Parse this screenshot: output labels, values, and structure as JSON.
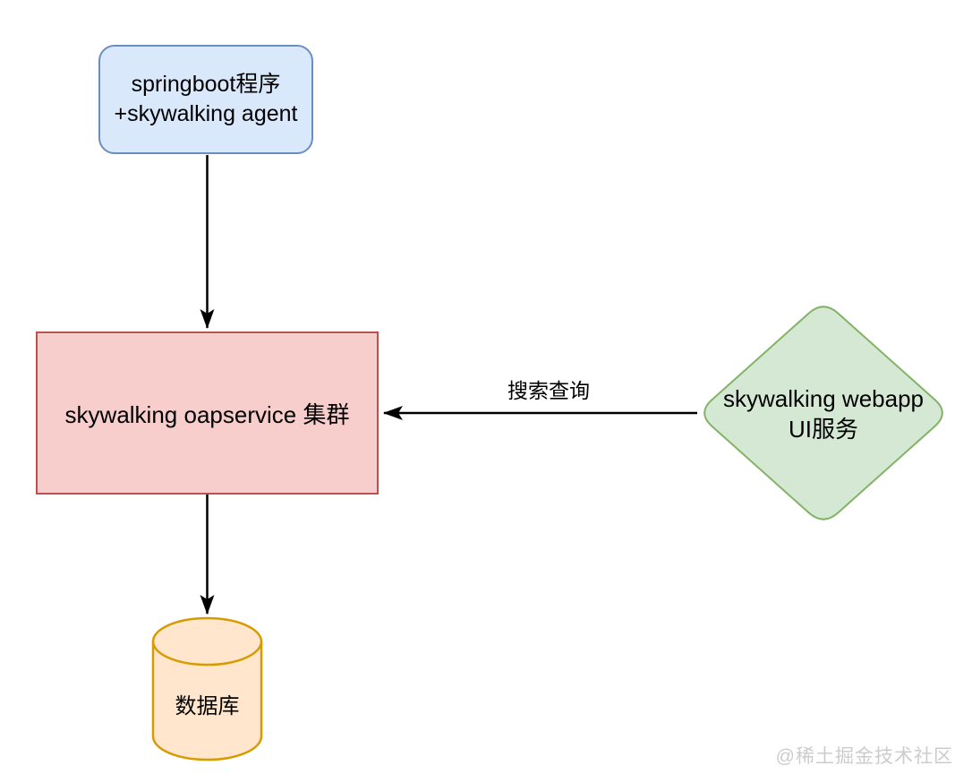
{
  "diagram": {
    "nodes": {
      "springboot": {
        "line1": "springboot程序",
        "line2": "+skywalking agent",
        "fill": "#dae8fc",
        "stroke": "#6c8ebf",
        "shape": "rounded-rectangle"
      },
      "oapservice": {
        "label": "skywalking oapservice 集群",
        "fill": "#f8cecc",
        "stroke": "#b85450",
        "shape": "rectangle"
      },
      "webapp": {
        "line1": "skywalking webapp",
        "line2": "UI服务",
        "fill": "#d5e8d4",
        "stroke": "#82b366",
        "shape": "diamond"
      },
      "database": {
        "label": "数据库",
        "fill": "#ffe6cc",
        "stroke": "#d79b00",
        "shape": "cylinder"
      }
    },
    "edges": [
      {
        "from": "springboot",
        "to": "oapservice",
        "label": ""
      },
      {
        "from": "webapp",
        "to": "oapservice",
        "label": "搜索查询"
      },
      {
        "from": "oapservice",
        "to": "database",
        "label": ""
      }
    ],
    "edge_color": "#000000",
    "watermark": {
      "text": "@稀土掘金技术社区",
      "color": "#cccccc"
    }
  }
}
